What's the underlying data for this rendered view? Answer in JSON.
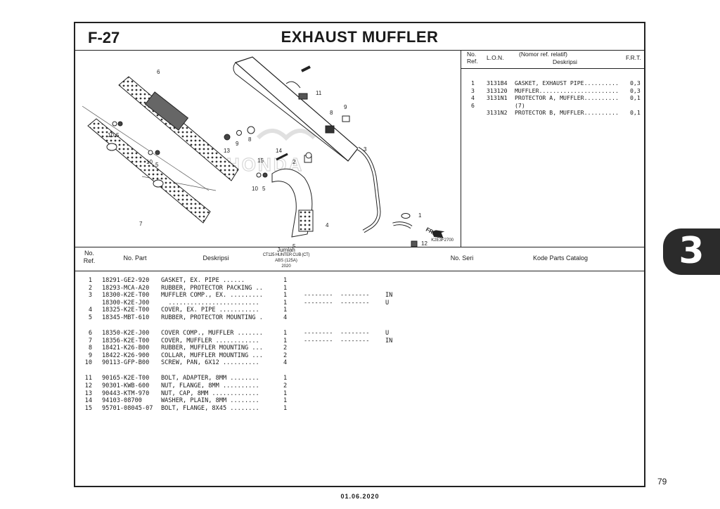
{
  "header": {
    "fig_code": "F-27",
    "title": "EXHAUST MUFFLER"
  },
  "diagram": {
    "code": "K2E3F2700",
    "watermark": "HONDA",
    "arrow_label": "FR.",
    "callouts": [
      "1",
      "2",
      "3",
      "4",
      "5",
      "5",
      "5",
      "5",
      "6",
      "7",
      "8",
      "8",
      "9",
      "9",
      "10",
      "10",
      "10",
      "10",
      "11",
      "12",
      "13",
      "14",
      "15"
    ]
  },
  "ref_panel": {
    "headers": {
      "no_ref": "No.\nRef.",
      "lon": "L.O.N.",
      "nomor": "(Nomor ref. relatif)",
      "deskripsi": "Deskripsi",
      "frt": "F.R.T."
    },
    "rows": [
      {
        "ref": "1",
        "lon": "3131B4",
        "desc": "GASKET, EXHAUST PIPE..........",
        "frt": "0,3"
      },
      {
        "ref": "3",
        "lon": "313120",
        "desc": "MUFFLER.......................",
        "frt": "0,3"
      },
      {
        "ref": "4",
        "lon": "3131N1",
        "desc": "PROTECTOR A, MUFFLER..........",
        "frt": "0,1"
      },
      {
        "ref": "6",
        "lon": "",
        "desc": "(7)",
        "frt": ""
      },
      {
        "ref": "",
        "lon": "3131N2",
        "desc": "PROTECTOR B, MUFFLER..........",
        "frt": "0,1"
      }
    ]
  },
  "table": {
    "headers": {
      "no_ref": "No.\nRef.",
      "no_part": "No. Part",
      "deskripsi": "Deskripsi",
      "jumlah": "Jumlah",
      "model1": "CT125 HUNTER CUB (CT)",
      "model2": "ABS (125A)",
      "model3": "2020",
      "no_seri": "No. Seri",
      "kode": "Kode Parts Catalog"
    },
    "rows": [
      {
        "ref": "1",
        "part": "18291-GE2-920",
        "desc": "GASKET, EX. PIPE ......",
        "qty": "1",
        "seri1": "",
        "seri2": "",
        "kode": ""
      },
      {
        "ref": "2",
        "part": "18293-MCA-A20",
        "desc": "RUBBER, PROTECTOR PACKING ..",
        "qty": "1",
        "seri1": "",
        "seri2": "",
        "kode": ""
      },
      {
        "ref": "3",
        "part": "18300-K2E-T00",
        "desc": "MUFFLER COMP., EX. .........",
        "qty": "1",
        "seri1": "--------",
        "seri2": "--------",
        "kode": "IN"
      },
      {
        "ref": "",
        "part": "18300-K2E-J00",
        "desc": "  .........................",
        "qty": "1",
        "seri1": "--------",
        "seri2": "--------",
        "kode": "U"
      },
      {
        "ref": "4",
        "part": "18325-K2E-T00",
        "desc": "COVER, EX. PIPE ...........",
        "qty": "1",
        "seri1": "",
        "seri2": "",
        "kode": ""
      },
      {
        "ref": "5",
        "part": "18345-MBT-610",
        "desc": "RUBBER, PROTECTOR MOUNTING .",
        "qty": "4",
        "seri1": "",
        "seri2": "",
        "kode": ""
      },
      {
        "ref": "6",
        "part": "18350-K2E-J00",
        "desc": "COVER COMP., MUFFLER .......",
        "qty": "1",
        "seri1": "--------",
        "seri2": "--------",
        "kode": "U"
      },
      {
        "ref": "7",
        "part": "18356-K2E-T00",
        "desc": "COVER, MUFFLER ............",
        "qty": "1",
        "seri1": "--------",
        "seri2": "--------",
        "kode": "IN"
      },
      {
        "ref": "8",
        "part": "18421-K26-B00",
        "desc": "RUBBER, MUFFLER MOUNTING ...",
        "qty": "2",
        "seri1": "",
        "seri2": "",
        "kode": ""
      },
      {
        "ref": "9",
        "part": "18422-K26-900",
        "desc": "COLLAR, MUFFLER MOUNTING ...",
        "qty": "2",
        "seri1": "",
        "seri2": "",
        "kode": ""
      },
      {
        "ref": "10",
        "part": "90113-GFP-B00",
        "desc": "SCREW, PAN, 6X12 ..........",
        "qty": "4",
        "seri1": "",
        "seri2": "",
        "kode": ""
      },
      {
        "ref": "11",
        "part": "90165-K2E-T00",
        "desc": "BOLT, ADAPTER, 8MM ........",
        "qty": "1",
        "seri1": "",
        "seri2": "",
        "kode": ""
      },
      {
        "ref": "12",
        "part": "90301-KWB-600",
        "desc": "NUT, FLANGE, 8MM ..........",
        "qty": "2",
        "seri1": "",
        "seri2": "",
        "kode": ""
      },
      {
        "ref": "13",
        "part": "90443-KTM-970",
        "desc": "NUT, CAP, 8MM .............",
        "qty": "1",
        "seri1": "",
        "seri2": "",
        "kode": ""
      },
      {
        "ref": "14",
        "part": "94103-08700",
        "desc": "WASHER, PLAIN, 8MM ........",
        "qty": "1",
        "seri1": "",
        "seri2": "",
        "kode": ""
      },
      {
        "ref": "15",
        "part": "95701-08045-07",
        "desc": "BOLT, FLANGE, 8X45 ........",
        "qty": "1",
        "seri1": "",
        "seri2": "",
        "kode": ""
      }
    ]
  },
  "footer": {
    "page": "79",
    "date": "01.06.2020"
  },
  "section_tab": {
    "number": "3"
  }
}
